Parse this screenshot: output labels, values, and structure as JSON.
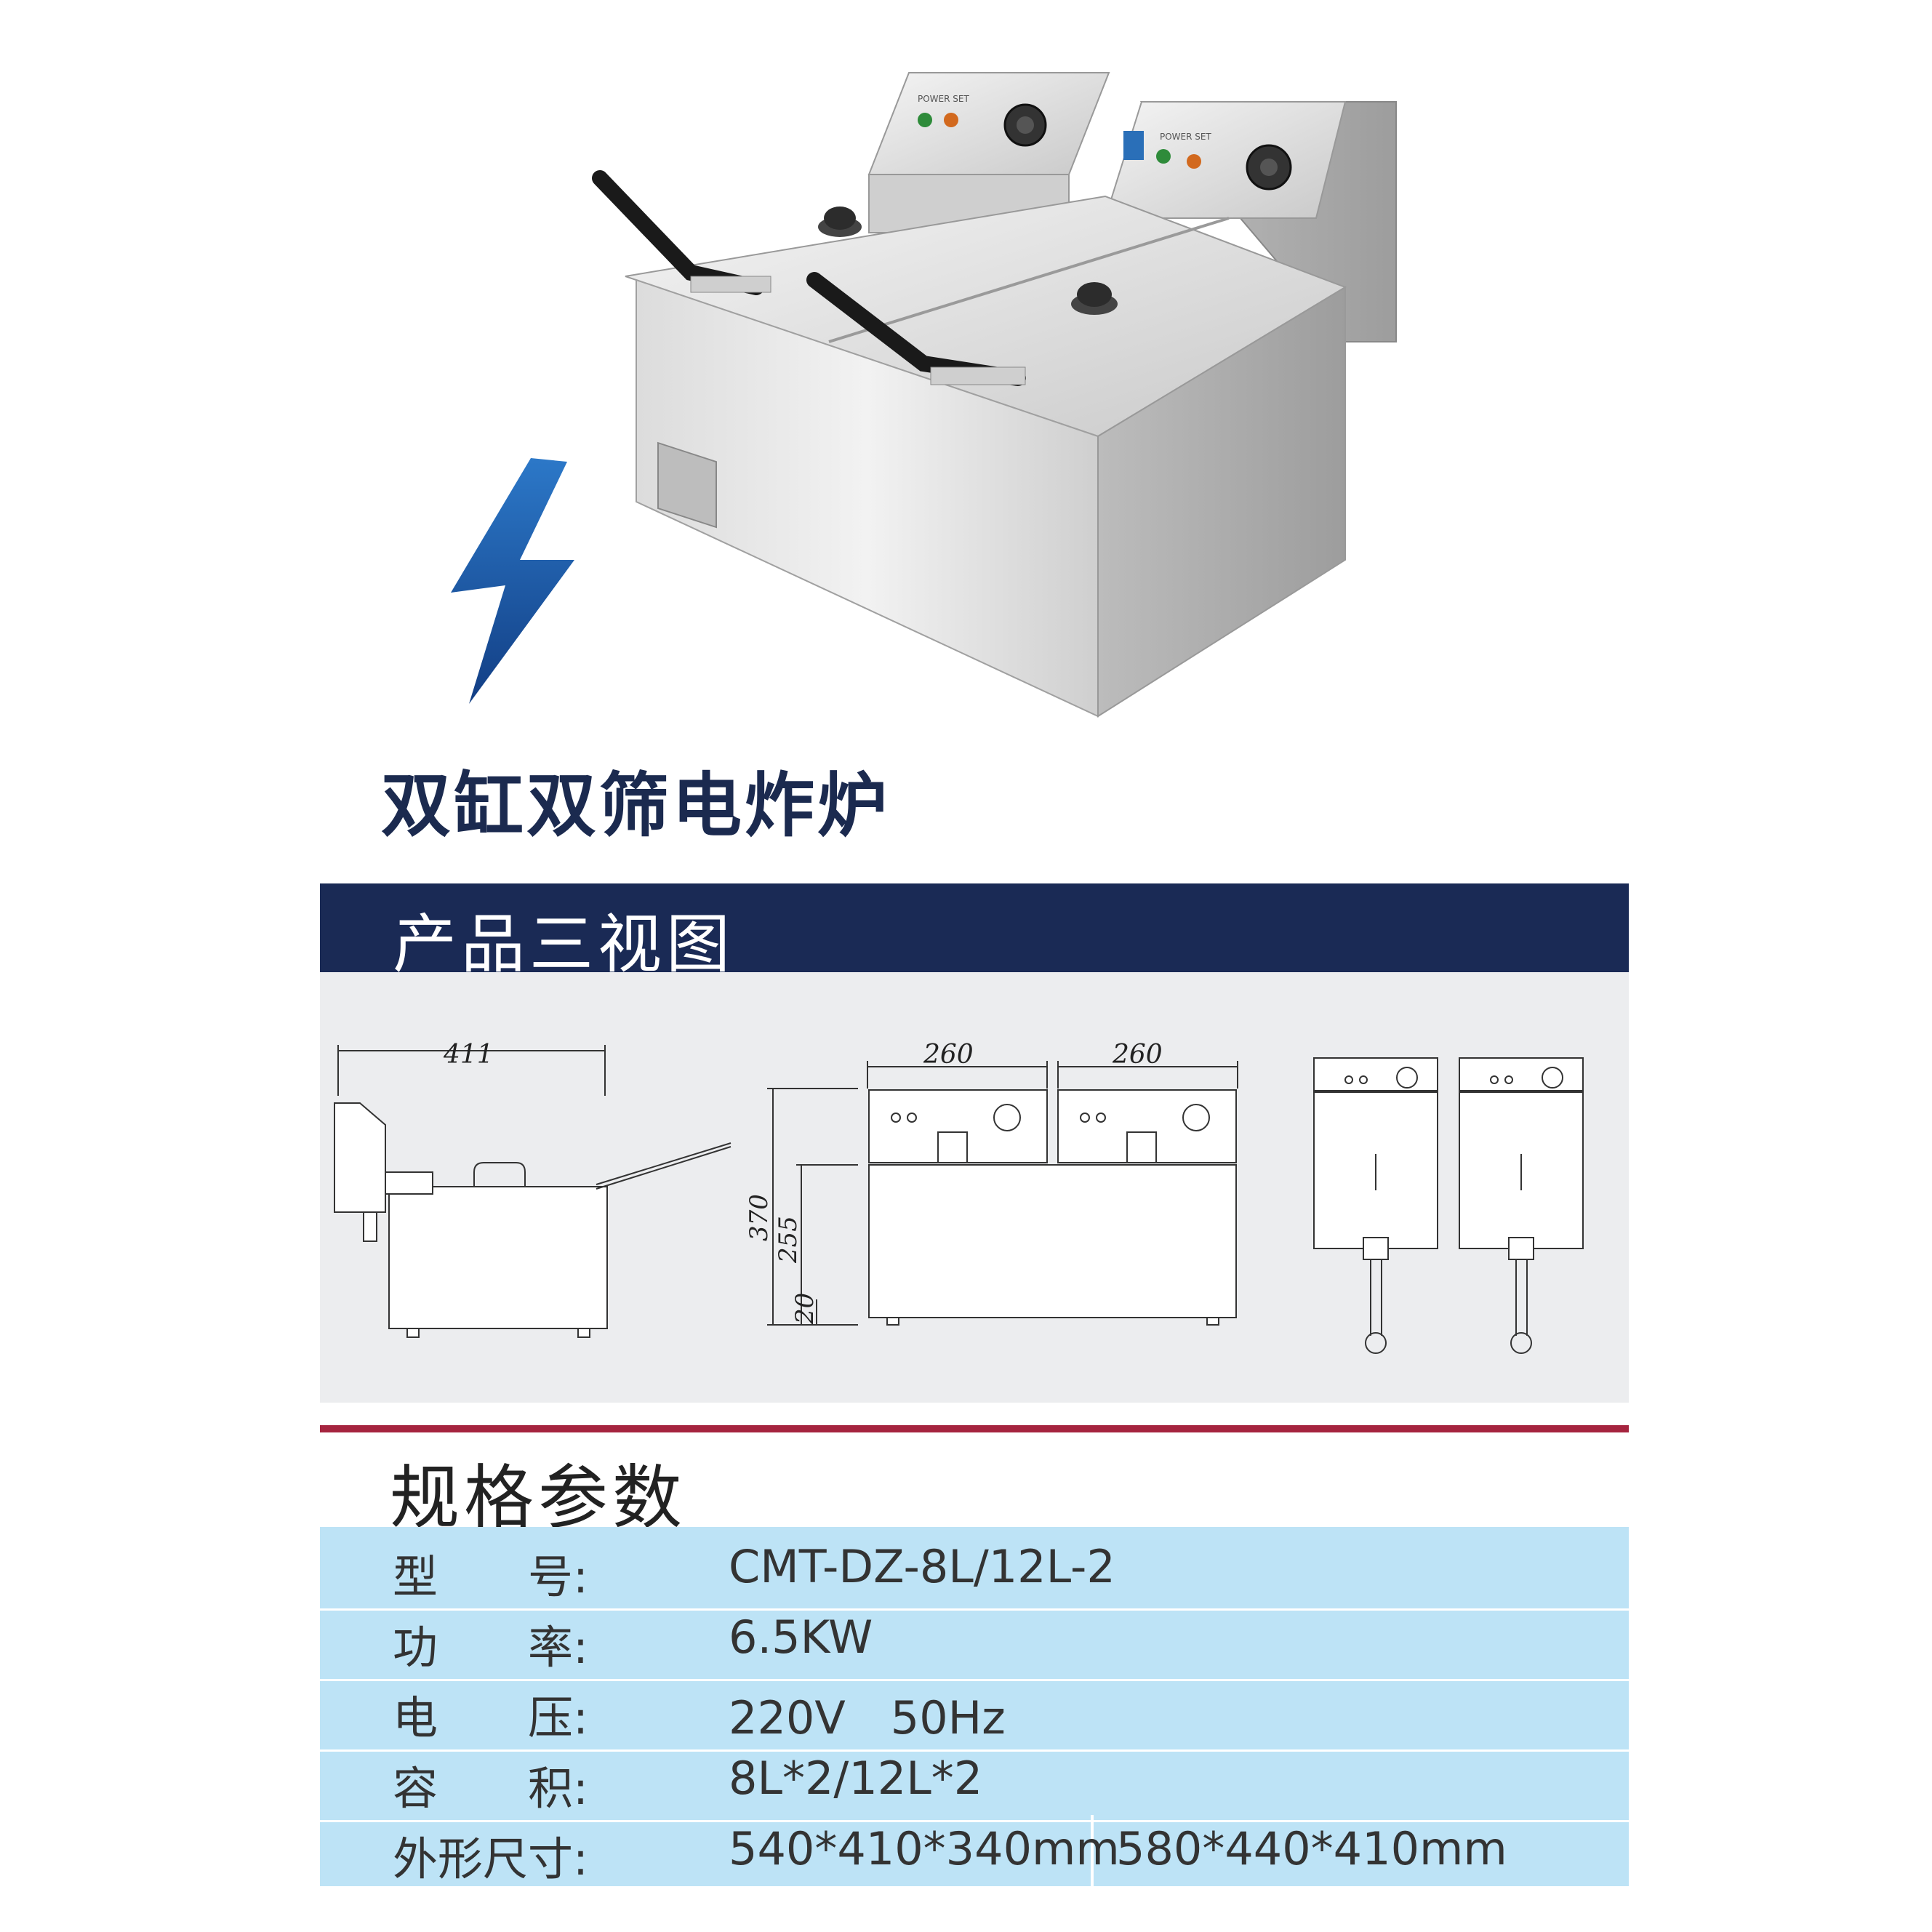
{
  "product": {
    "title": "双缸双筛电炸炉"
  },
  "hero": {
    "panel_label_left": "POWER  SET",
    "panel_label_right": "POWER  SET"
  },
  "views": {
    "header": "产品三视图",
    "side_width": "411",
    "front_width_left": "260",
    "front_width_right": "260",
    "height_total": "370",
    "height_body": "255",
    "height_feet": "20"
  },
  "specs": {
    "title": "规格参数",
    "rows": [
      {
        "label": "型　　号:",
        "value": "CMT-DZ-8L/12L-2"
      },
      {
        "label": "功　　率:",
        "value": "6.5KW"
      },
      {
        "label": "电　　压:",
        "value": "220V　50Hz"
      },
      {
        "label": "容　　积:",
        "value": "8L*2/12L*2"
      },
      {
        "label": "外形尺寸:",
        "value": "540*410*340mm",
        "value2": "580*440*410mm"
      }
    ]
  },
  "colors": {
    "navy": "#1a2a55",
    "accent_red": "#a5243f",
    "table_blue": "#bde3f6",
    "bolt_blue": "#1f5fb0"
  }
}
